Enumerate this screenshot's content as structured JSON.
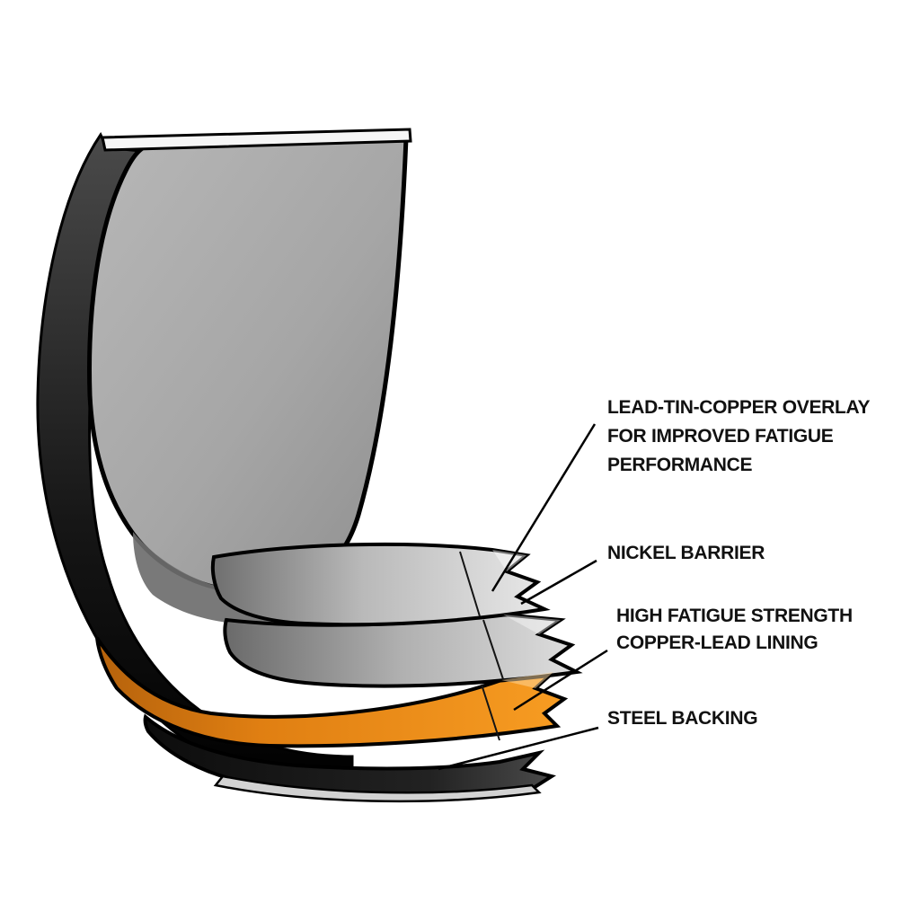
{
  "diagram": {
    "subject": "engine bearing cutaway layers",
    "labels": [
      {
        "id": "overlay",
        "lines": [
          "LEAD-TIN-COPPER OVERLAY",
          "FOR IMPROVED FATIGUE",
          "PERFORMANCE"
        ]
      },
      {
        "id": "nickel",
        "lines": [
          "NICKEL BARRIER"
        ]
      },
      {
        "id": "copper-lead",
        "lines": [
          "HIGH FATIGUE STRENGTH",
          "COPPER-LEAD LINING"
        ]
      },
      {
        "id": "steel",
        "lines": [
          "STEEL BACKING"
        ]
      }
    ],
    "colors": {
      "background": "#ffffff",
      "shell_gray": "#a6a6a6",
      "overlay_layer": "#d9d9d9",
      "nickel_layer": "#cccccc",
      "copper_lead_orange": "#ef8a16",
      "steel_dark": "#1e1e1e",
      "steel_light": "#d2d2d2",
      "outline": "#000000",
      "label_text": "#111111"
    }
  }
}
